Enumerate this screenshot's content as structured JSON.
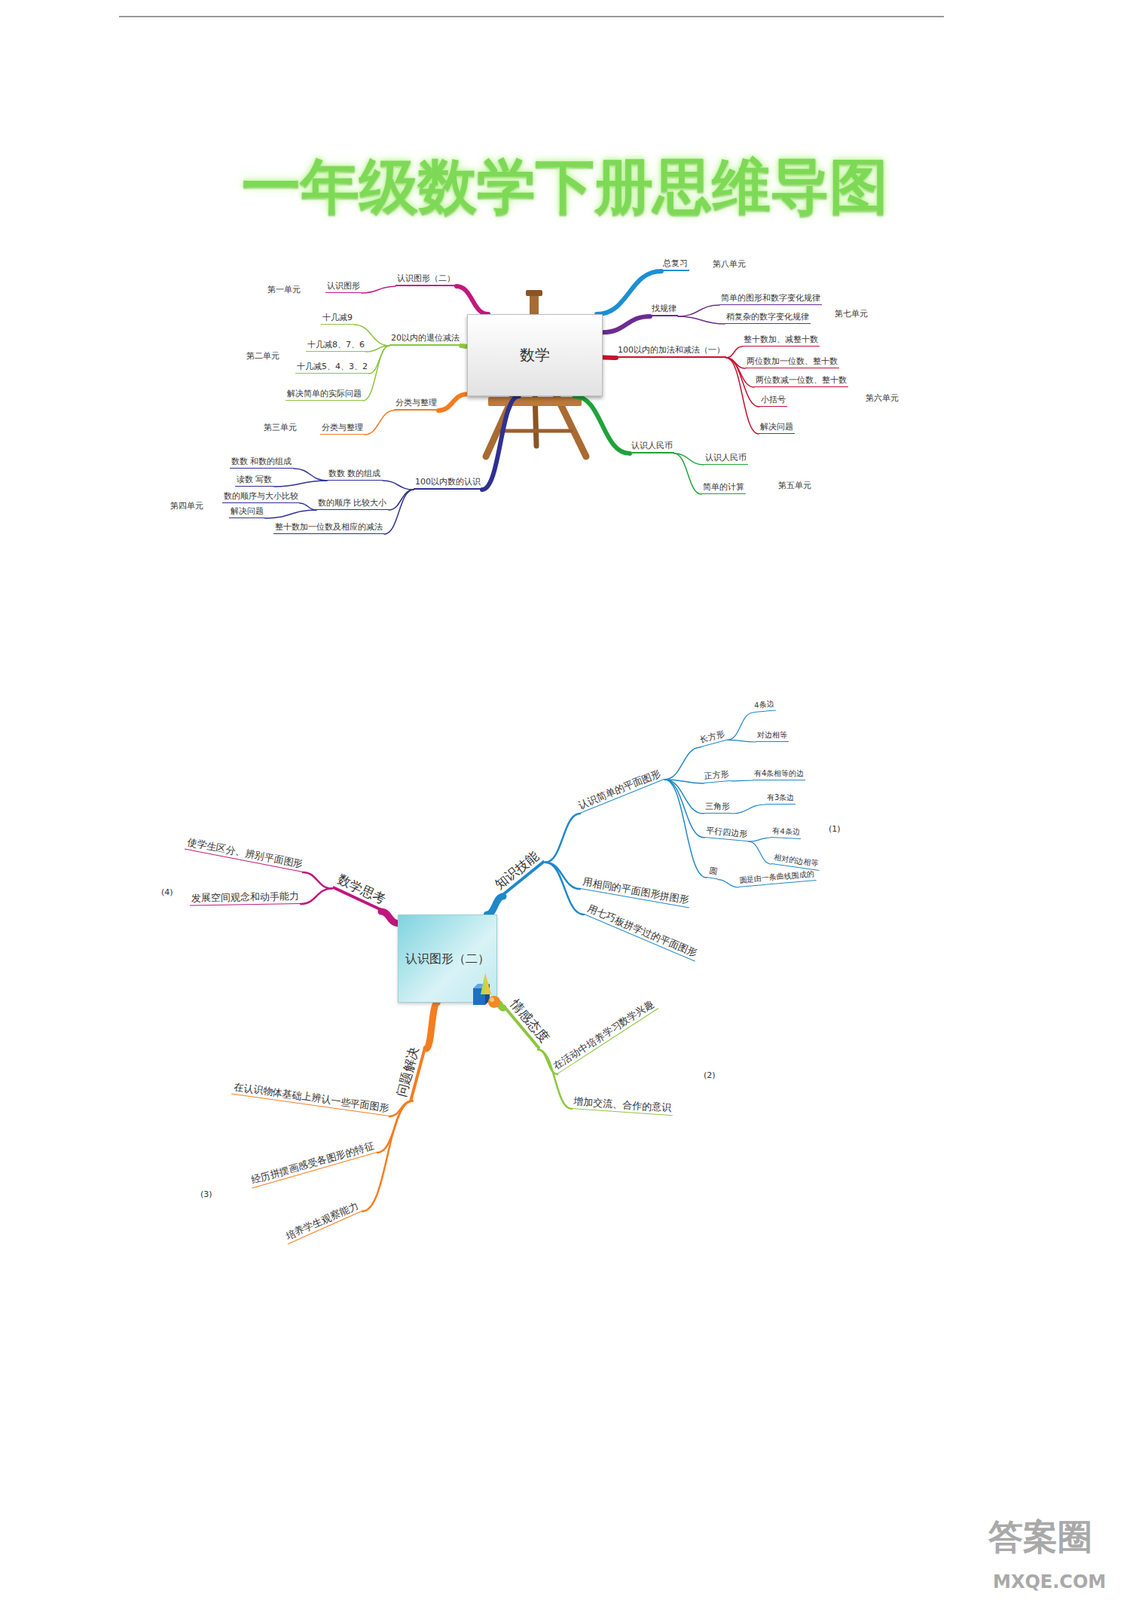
{
  "diagram": {
    "title": "一年级数学下册思维导图",
    "nodes": [
      {
        "text": [
          "数学"
        ]
      },
      {
        "text": [
          "认识图形（二）"
        ]
      },
      {
        "text": [
          "认识图形"
        ]
      },
      {
        "text": [
          "20以内的退位减法"
        ]
      },
      {
        "text": [
          "十几减9"
        ]
      },
      {
        "text": [
          "十几减8、7、6"
        ]
      },
      {
        "text": [
          "十几减5、4、3、2"
        ]
      },
      {
        "text": [
          "解决简单的实际问题"
        ]
      },
      {
        "text": [
          "分类与整理"
        ]
      },
      {
        "text": [
          "分类与整理"
        ]
      },
      {
        "text": [
          "100以内数的认识"
        ]
      },
      {
        "text": [
          "数数 数的组成"
        ]
      },
      {
        "text": [
          "数数 和数的组成"
        ]
      },
      {
        "text": [
          "读数 写数"
        ]
      },
      {
        "text": [
          "数的顺序 比较大小"
        ]
      },
      {
        "text": [
          "数的顺序与大小比较"
        ]
      },
      {
        "text": [
          "解决问题"
        ]
      },
      {
        "text": [
          "整十数加一位数及相应的减法"
        ]
      },
      {
        "text": [
          "总复习"
        ]
      },
      {
        "text": [
          "找规律"
        ]
      },
      {
        "text": [
          "简单的图形和数字变化规律"
        ]
      },
      {
        "text": [
          "稍复杂的数字变化规律"
        ]
      },
      {
        "text": [
          "100以内的加法和减法（一）"
        ]
      },
      {
        "text": [
          "整十数加、减整十数"
        ]
      },
      {
        "text": [
          "两位数加一位数、整十数"
        ]
      },
      {
        "text": [
          "两位数减一位数、整十数"
        ]
      },
      {
        "text": [
          "小括号"
        ]
      },
      {
        "text": [
          "解决问题"
        ]
      },
      {
        "text": [
          "认识人民币"
        ]
      },
      {
        "text": [
          "认识人民币"
        ]
      },
      {
        "text": [
          "简单的计算"
        ]
      },
      {
        "text": [
          "认识图形（二）"
        ]
      },
      {
        "text": [
          "知识技能"
        ]
      },
      {
        "text": [
          "认识简单的平面图形"
        ]
      },
      {
        "text": [
          "长方形"
        ]
      },
      {
        "text": [
          "4条边"
        ]
      },
      {
        "text": [
          "对边相等"
        ]
      },
      {
        "text": [
          "正方形"
        ]
      },
      {
        "text": [
          "有4条相等的边"
        ]
      },
      {
        "text": [
          "三角形"
        ]
      },
      {
        "text": [
          "有3条边"
        ]
      },
      {
        "text": [
          "平行四边形"
        ]
      },
      {
        "text": [
          "有4条边"
        ]
      },
      {
        "text": [
          "相对的边相等"
        ]
      },
      {
        "text": [
          "圆"
        ]
      },
      {
        "text": [
          "圆是由一条曲线围成的"
        ]
      },
      {
        "text": [
          "用相同的平面图形拼图形"
        ]
      },
      {
        "text": [
          "用七巧板拼学过的平面图形"
        ]
      },
      {
        "text": [
          "情感态度"
        ]
      },
      {
        "text": [
          "在活动中培养学习数学兴趣"
        ]
      },
      {
        "text": [
          "增加交流、合作的意识"
        ]
      },
      {
        "text": [
          "问题解决"
        ]
      },
      {
        "text": [
          "在认识物体基础上辨认一些平面图形"
        ]
      },
      {
        "text": [
          "经历拼摆画感受各图形的特征"
        ]
      },
      {
        "text": [
          "培养学生观察能力"
        ]
      },
      {
        "text": [
          "数学思考"
        ]
      },
      {
        "text": [
          "使学生区分、辨别平面图形"
        ]
      },
      {
        "text": [
          "发展空间观念和动手能力"
        ]
      }
    ],
    "edges": [
      {
        "from": 0,
        "to": 1,
        "arrow": "none"
      },
      {
        "from": 1,
        "to": 2,
        "arrow": "none"
      },
      {
        "from": 0,
        "to": 3,
        "arrow": "none"
      },
      {
        "from": 3,
        "to": 4,
        "arrow": "none"
      },
      {
        "from": 3,
        "to": 5,
        "arrow": "none"
      },
      {
        "from": 3,
        "to": 6,
        "arrow": "none"
      },
      {
        "from": 3,
        "to": 7,
        "arrow": "none"
      },
      {
        "from": 0,
        "to": 8,
        "arrow": "none"
      },
      {
        "from": 8,
        "to": 9,
        "arrow": "none"
      },
      {
        "from": 0,
        "to": 10,
        "arrow": "none"
      },
      {
        "from": 10,
        "to": 11,
        "arrow": "none"
      },
      {
        "from": 11,
        "to": 12,
        "arrow": "none"
      },
      {
        "from": 11,
        "to": 13,
        "arrow": "none"
      },
      {
        "from": 10,
        "to": 14,
        "arrow": "none"
      },
      {
        "from": 14,
        "to": 15,
        "arrow": "none"
      },
      {
        "from": 14,
        "to": 16,
        "arrow": "none"
      },
      {
        "from": 10,
        "to": 17,
        "arrow": "none"
      },
      {
        "from": 0,
        "to": 18,
        "arrow": "none"
      },
      {
        "from": 0,
        "to": 19,
        "arrow": "none"
      },
      {
        "from": 19,
        "to": 20,
        "arrow": "none"
      },
      {
        "from": 19,
        "to": 21,
        "arrow": "none"
      },
      {
        "from": 0,
        "to": 22,
        "arrow": "none"
      },
      {
        "from": 22,
        "to": 23,
        "arrow": "none"
      },
      {
        "from": 22,
        "to": 24,
        "arrow": "none"
      },
      {
        "from": 22,
        "to": 25,
        "arrow": "none"
      },
      {
        "from": 22,
        "to": 26,
        "arrow": "none"
      },
      {
        "from": 22,
        "to": 27,
        "arrow": "none"
      },
      {
        "from": 0,
        "to": 28,
        "arrow": "none"
      },
      {
        "from": 28,
        "to": 29,
        "arrow": "none"
      },
      {
        "from": 28,
        "to": 30,
        "arrow": "none"
      },
      {
        "from": 31,
        "to": 32,
        "arrow": "none"
      },
      {
        "from": 32,
        "to": 33,
        "arrow": "none"
      },
      {
        "from": 33,
        "to": 34,
        "arrow": "none"
      },
      {
        "from": 34,
        "to": 35,
        "arrow": "none"
      },
      {
        "from": 34,
        "to": 36,
        "arrow": "none"
      },
      {
        "from": 33,
        "to": 37,
        "arrow": "none"
      },
      {
        "from": 37,
        "to": 38,
        "arrow": "none"
      },
      {
        "from": 33,
        "to": 39,
        "arrow": "none"
      },
      {
        "from": 39,
        "to": 40,
        "arrow": "none"
      },
      {
        "from": 33,
        "to": 41,
        "arrow": "none"
      },
      {
        "from": 41,
        "to": 42,
        "arrow": "none"
      },
      {
        "from": 41,
        "to": 43,
        "arrow": "none"
      },
      {
        "from": 33,
        "to": 44,
        "arrow": "none"
      },
      {
        "from": 44,
        "to": 45,
        "arrow": "none"
      },
      {
        "from": 32,
        "to": 46,
        "arrow": "none"
      },
      {
        "from": 32,
        "to": 47,
        "arrow": "none"
      },
      {
        "from": 31,
        "to": 48,
        "arrow": "none"
      },
      {
        "from": 48,
        "to": 49,
        "arrow": "none"
      },
      {
        "from": 48,
        "to": 50,
        "arrow": "none"
      },
      {
        "from": 31,
        "to": 51,
        "arrow": "none"
      },
      {
        "from": 51,
        "to": 52,
        "arrow": "none"
      },
      {
        "from": 51,
        "to": 53,
        "arrow": "none"
      },
      {
        "from": 51,
        "to": 54,
        "arrow": "none"
      },
      {
        "from": 31,
        "to": 55,
        "arrow": "none"
      },
      {
        "from": 55,
        "to": 56,
        "arrow": "none"
      },
      {
        "from": 55,
        "to": 57,
        "arrow": "none"
      }
    ],
    "labels": [
      "第一单元",
      "第二单元",
      "第三单元",
      "第四单元",
      "第八单元",
      "第七单元",
      "第六单元",
      "第五单元",
      "(1)",
      "(2)",
      "(3)",
      "(4)",
      "答案圈",
      "MXQE.COM"
    ]
  }
}
